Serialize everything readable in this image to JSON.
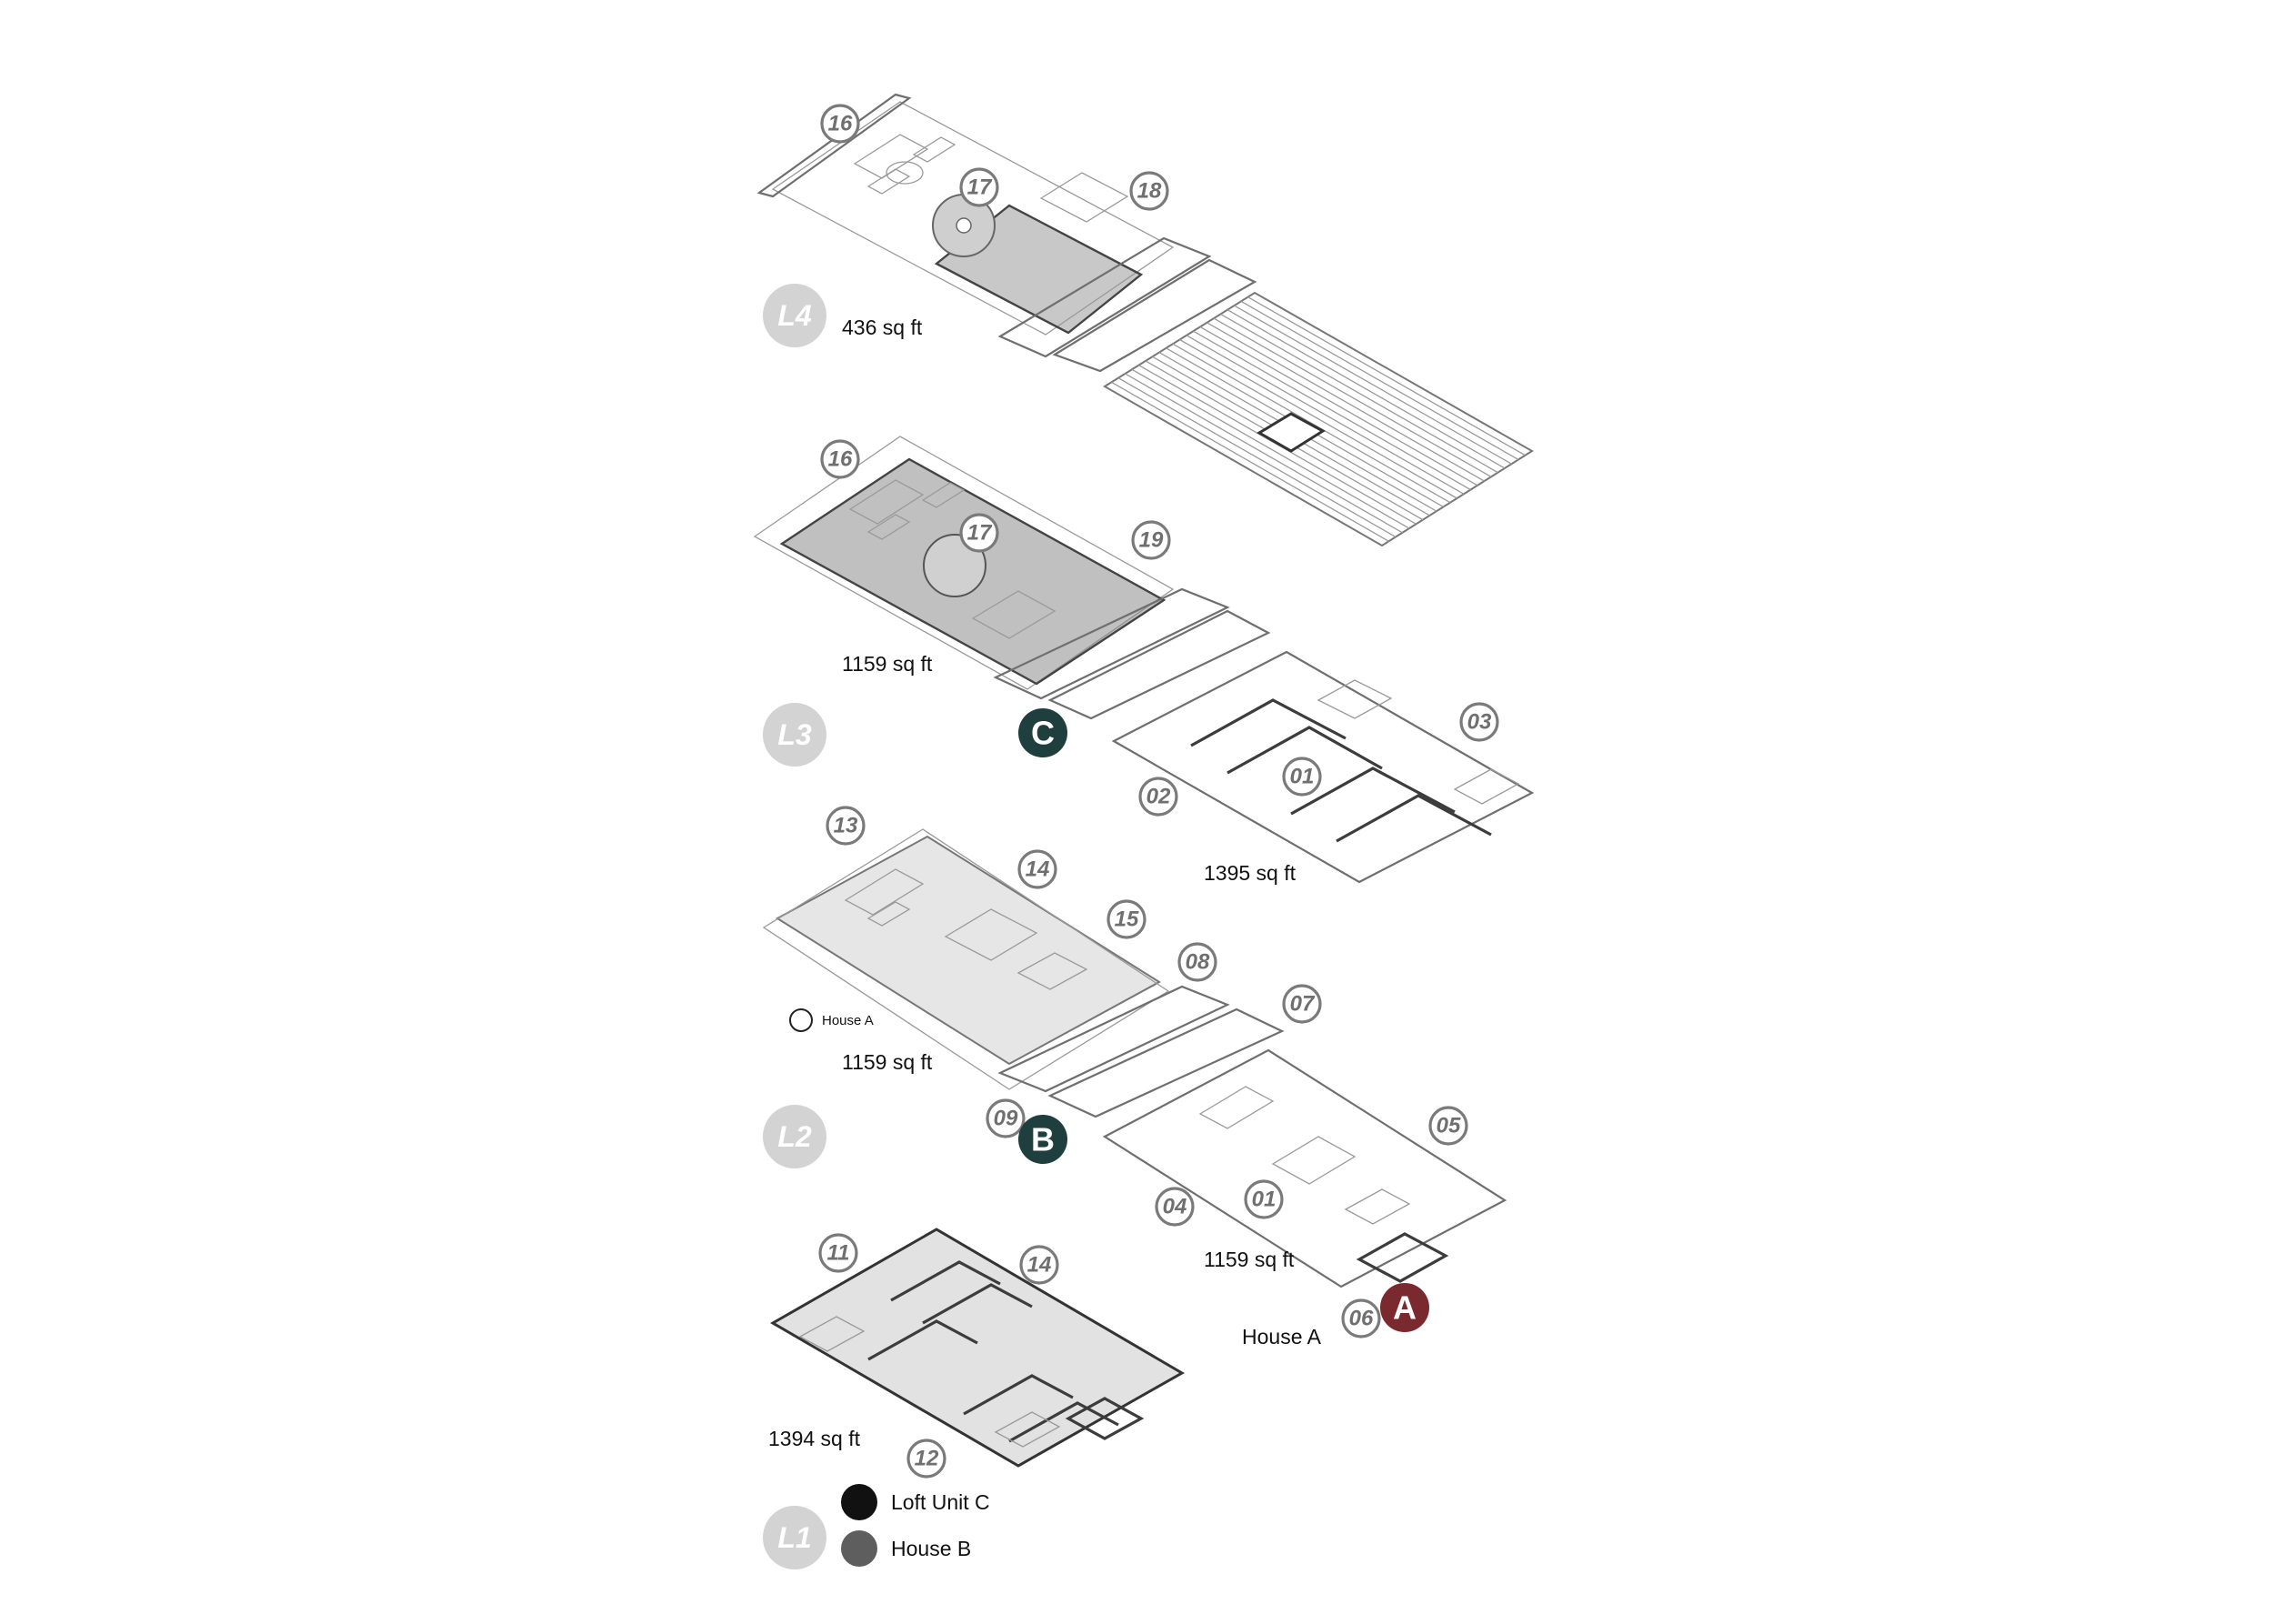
{
  "colors": {
    "loft_unit_c": "#1f3f3f",
    "house_b": "#1f3f3f",
    "house_a": "#7a2a2e",
    "legend_black": "#111111",
    "legend_grey": "#5e5e5e",
    "level_badge": "#d3d3d3",
    "plan_fill_dark": "#9a9a9a",
    "plan_fill_light": "#e8e8e8"
  },
  "levels": [
    {
      "label": "L4"
    },
    {
      "label": "L3"
    },
    {
      "label": "L2"
    },
    {
      "label": "L1"
    }
  ],
  "areas": {
    "l4_main": "436 sq ft",
    "l3_main": "1159 sq ft",
    "l3_unit": "1395 sq ft",
    "l2_main": "1159 sq ft",
    "l2_unit": "1159 sq ft",
    "l1_main": "1394 sq ft"
  },
  "unit_markers": {
    "c": "C",
    "b": "B",
    "a": "A"
  },
  "house_a_caption": "House A",
  "house_a_legend": "House A",
  "tags": [
    "16",
    "17",
    "18",
    "16",
    "17",
    "19",
    "03",
    "01",
    "02",
    "13",
    "14",
    "15",
    "08",
    "07",
    "09",
    "05",
    "04",
    "01",
    "11",
    "14",
    "06",
    "12"
  ],
  "legend": [
    {
      "label": "Loft Unit C"
    },
    {
      "label": "House B"
    }
  ]
}
